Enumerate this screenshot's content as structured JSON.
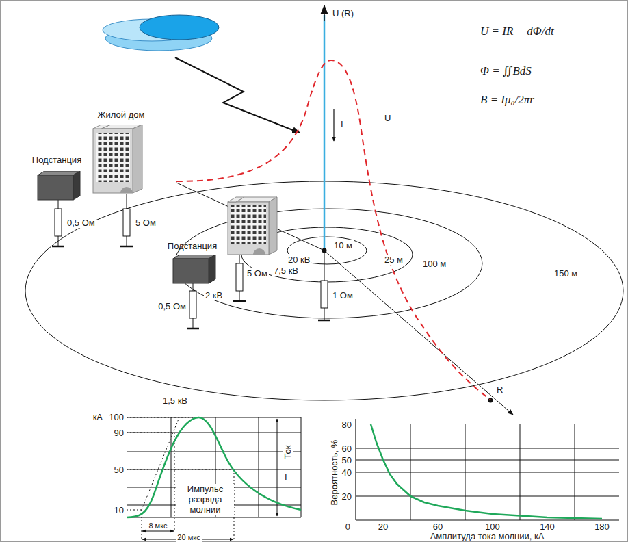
{
  "diagram": {
    "nodes": [
      {
        "text": [
          "Жилой дом"
        ]
      },
      {
        "text": [
          "Подстанция"
        ]
      },
      {
        "text": [
          "Подстанция"
        ]
      }
    ],
    "labels": [
      "U (R)",
      "I",
      "U",
      "U = IR − dΦ/dt",
      "Φ = ∬BdS",
      "B = Iμ₀/2πr",
      "0,5 Ом",
      "5 Ом",
      "5 Ом",
      "0,5 Ом",
      "1 Ом",
      "10 м",
      "25 м",
      "100 м",
      "150 м",
      "20 кВ",
      "7,5 кВ",
      "2 кВ",
      "1,5 кВ",
      "R",
      "кА",
      "100",
      "90",
      "50",
      "10",
      "8 мкс",
      "20 мкс",
      "Импульс разряда молнии",
      "Ток",
      "I",
      "Вероятность, %",
      "80",
      "60",
      "50",
      "40",
      "20",
      "0",
      "20",
      "60",
      "100",
      "140",
      "180",
      "Амплитуда тока молнии, кА"
    ]
  }
}
